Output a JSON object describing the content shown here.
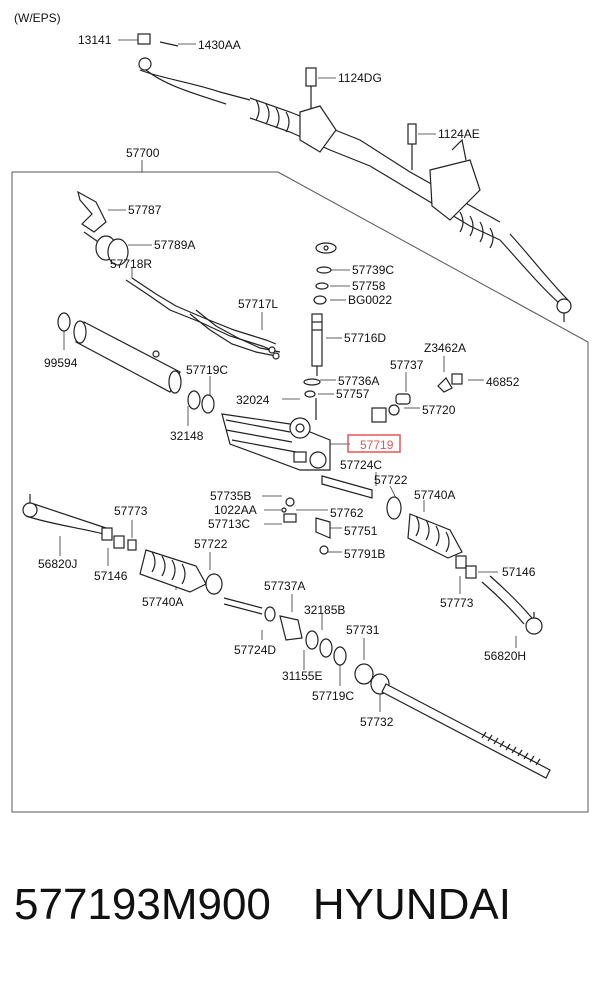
{
  "header_note": "(W/EPS)",
  "caption": {
    "part_number": "577193M900",
    "brand": "HYUNDAI"
  },
  "highlight_color": "#e0565b",
  "labels": [
    "13141",
    "1430AA",
    "1124DG",
    "1124AE",
    "57700",
    "57787",
    "57789A",
    "57718R",
    "57739C",
    "57758",
    "BG0022",
    "57717L",
    "99594",
    "57716D",
    "Z3462A",
    "57719C",
    "57736A",
    "57737",
    "46852",
    "32024",
    "57757",
    "57720",
    "32148",
    "57719",
    "57724C",
    "57722",
    "57740A",
    "57735B",
    "1022AA",
    "57762",
    "57713C",
    "57751",
    "57791B",
    "57773",
    "56820J",
    "57722",
    "57146",
    "57740A",
    "57146",
    "57773",
    "57737A",
    "32185B",
    "57724D",
    "57731",
    "31155E",
    "56820H",
    "57719C",
    "57732"
  ]
}
